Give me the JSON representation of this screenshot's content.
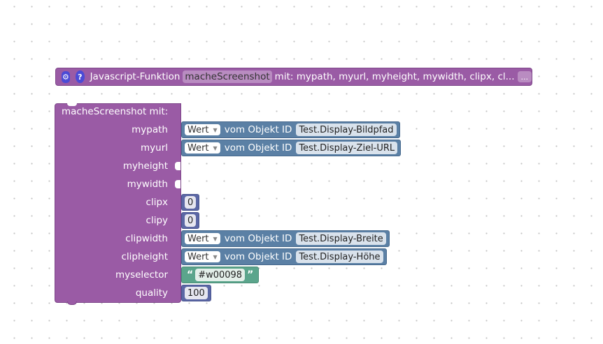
{
  "header": {
    "function_label": "Javascript-Funktion",
    "function_name": "macheScreenshot",
    "params_text": "mit: mypath, myurl, myheight, mywidth, clipx, cl...",
    "more_label": "...",
    "gear_icon": "gear-icon",
    "help_icon": "help-icon"
  },
  "block": {
    "title": "macheScreenshot  mit:",
    "params": [
      {
        "name": "mypath"
      },
      {
        "name": "myurl"
      },
      {
        "name": "myheight"
      },
      {
        "name": "mywidth"
      },
      {
        "name": "clipx"
      },
      {
        "name": "clipy"
      },
      {
        "name": "clipwidth"
      },
      {
        "name": "clipheight"
      },
      {
        "name": "myselector"
      },
      {
        "name": "quality"
      }
    ]
  },
  "values": {
    "mypath": {
      "dropdown": "Wert",
      "text": "vom Objekt ID",
      "object": "Test.Display-Bildpfad"
    },
    "myurl": {
      "dropdown": "Wert",
      "text": "vom Objekt ID",
      "object": "Test.Display-Ziel-URL"
    },
    "clipx": {
      "number": "0"
    },
    "clipy": {
      "number": "0"
    },
    "clipwidth": {
      "dropdown": "Wert",
      "text": "vom Objekt ID",
      "object": "Test.Display-Breite"
    },
    "clipheight": {
      "dropdown": "Wert",
      "text": "vom Objekt ID",
      "object": "Test.Display-Höhe"
    },
    "myselector": {
      "open_quote": "“",
      "string": "#w00098",
      "close_quote": "”"
    },
    "quality": {
      "number": "100"
    }
  },
  "colors": {
    "procedure": "#9a5ba5",
    "object_value": "#5b80a5",
    "math_number": "#5b67a5",
    "text_string": "#5ba58c",
    "icon_blue": "#4b4bd6"
  }
}
